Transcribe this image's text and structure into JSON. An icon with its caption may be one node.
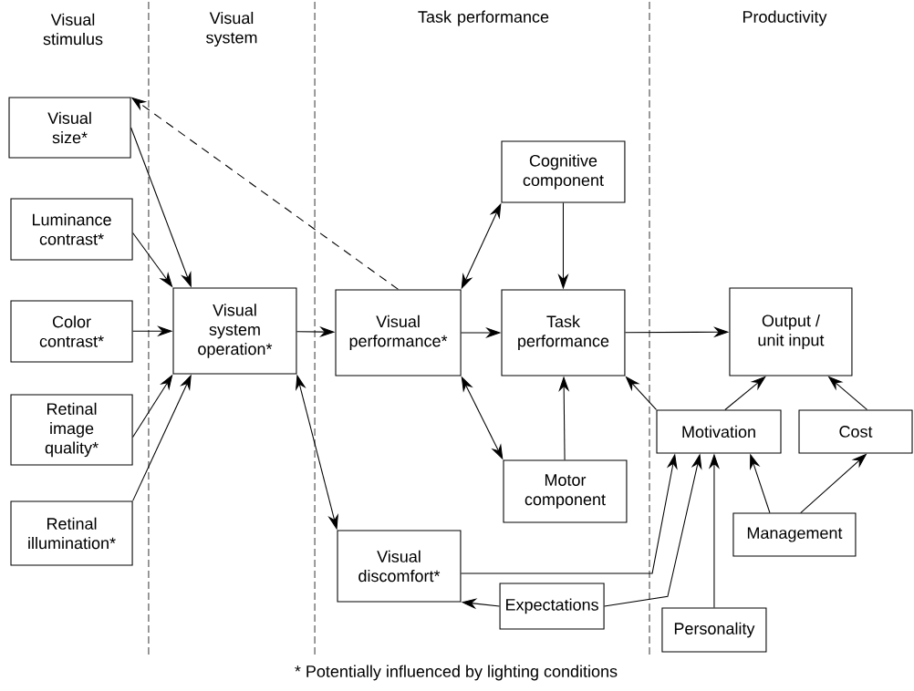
{
  "diagram": {
    "caption": "* Potentially influenced by lighting conditions",
    "nodes": [
      {
        "text": [
          "Visual size*"
        ]
      },
      {
        "text": [
          "Luminance contrast*"
        ]
      },
      {
        "text": [
          "Color contrast*"
        ]
      },
      {
        "text": [
          "Retinal image quality*"
        ]
      },
      {
        "text": [
          "Retinal illumination*"
        ]
      },
      {
        "text": [
          "Visual system operation*"
        ]
      },
      {
        "text": [
          "Visual performance*"
        ]
      },
      {
        "text": [
          "Cognitive component"
        ]
      },
      {
        "text": [
          "Task performance"
        ]
      },
      {
        "text": [
          "Motor component"
        ]
      },
      {
        "text": [
          "Visual discomfort*"
        ]
      },
      {
        "text": [
          "Expectations"
        ]
      },
      {
        "text": [
          "Output / unit input"
        ]
      },
      {
        "text": [
          "Motivation"
        ]
      },
      {
        "text": [
          "Cost"
        ]
      },
      {
        "text": [
          "Management"
        ]
      },
      {
        "text": [
          "Personality"
        ]
      }
    ],
    "edges": [
      {
        "from": 0,
        "to": 5,
        "arrow": "to"
      },
      {
        "from": 1,
        "to": 5,
        "arrow": "to"
      },
      {
        "from": 2,
        "to": 5,
        "arrow": "to"
      },
      {
        "from": 3,
        "to": 5,
        "arrow": "to"
      },
      {
        "from": 4,
        "to": 5,
        "arrow": "to"
      },
      {
        "from": 5,
        "to": 6,
        "arrow": "to"
      },
      {
        "from": 6,
        "to": 0,
        "arrow": "to",
        "style": "dashed"
      },
      {
        "from": 6,
        "to": 7,
        "arrow": "both"
      },
      {
        "from": 6,
        "to": 8,
        "arrow": "to"
      },
      {
        "from": 6,
        "to": 9,
        "arrow": "both"
      },
      {
        "from": 7,
        "to": 8,
        "arrow": "to"
      },
      {
        "from": 9,
        "to": 8,
        "arrow": "to"
      },
      {
        "from": 5,
        "to": 10,
        "arrow": "both"
      },
      {
        "from": 8,
        "to": 12,
        "arrow": "to"
      },
      {
        "from": 13,
        "to": 8,
        "arrow": "to"
      },
      {
        "from": 13,
        "to": 12,
        "arrow": "to"
      },
      {
        "from": 14,
        "to": 12,
        "arrow": "to"
      },
      {
        "from": 15,
        "to": 13,
        "arrow": "to"
      },
      {
        "from": 15,
        "to": 14,
        "arrow": "to"
      },
      {
        "from": 10,
        "to": 13,
        "arrow": "to"
      },
      {
        "from": 11,
        "to": 13,
        "arrow": "to"
      },
      {
        "from": 11,
        "to": 10,
        "arrow": "to"
      },
      {
        "from": 16,
        "to": 13,
        "arrow": "to"
      }
    ],
    "labels": [
      "Visual stimulus",
      "Visual system",
      "Task performance",
      "Productivity"
    ]
  }
}
